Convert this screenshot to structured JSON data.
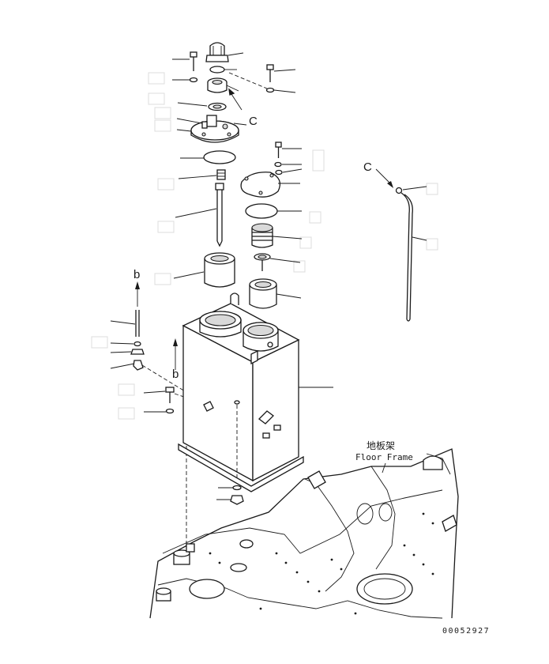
{
  "callouts": {
    "view_c_top": "C",
    "view_c_right": "C",
    "view_b_left": "b",
    "view_b_tank": "b"
  },
  "floor_frame": {
    "label_cn": "地板架",
    "label_en": "Floor Frame"
  },
  "drawing_number": "00052927"
}
